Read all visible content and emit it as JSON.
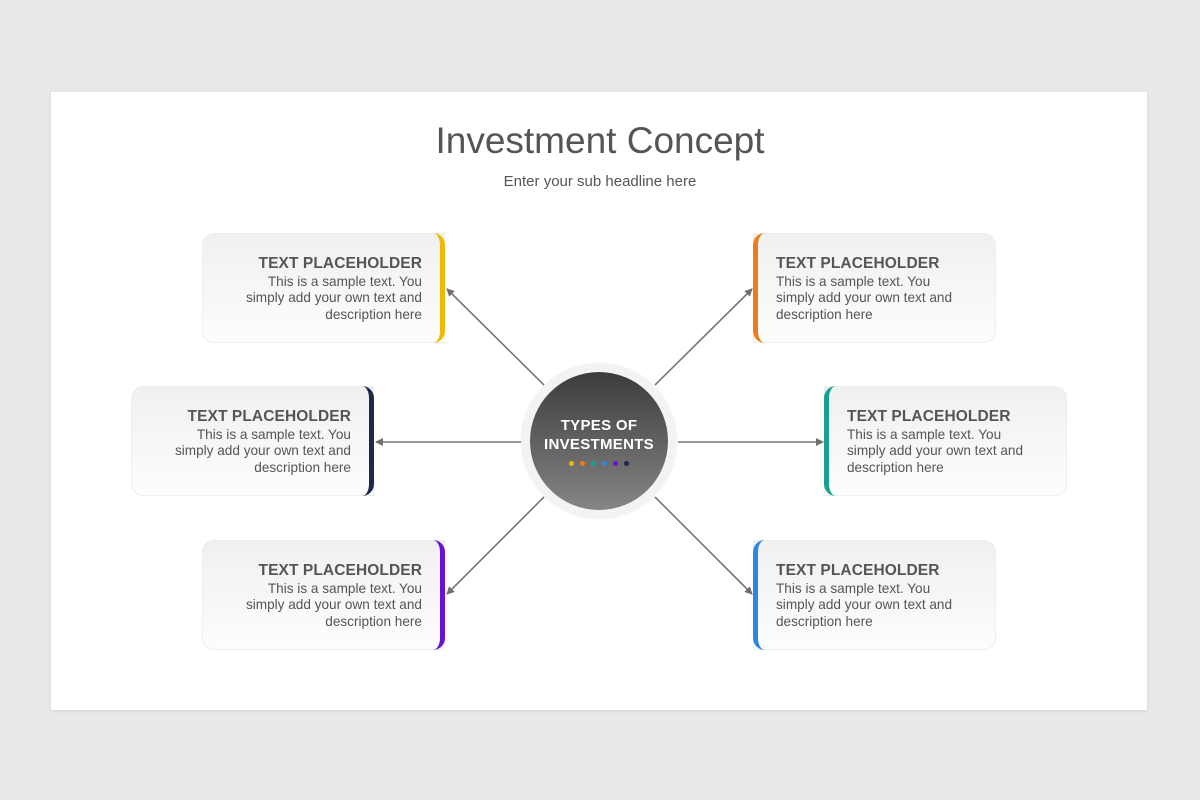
{
  "header": {
    "title": "Investment Concept",
    "subtitle": "Enter your sub headline here"
  },
  "hub": {
    "line1": "TYPES OF",
    "line2": "INVESTMENTS",
    "dot_colors": [
      "#f2b705",
      "#ef7c1a",
      "#19a18f",
      "#2f86e0",
      "#6a11d8",
      "#1b2a4a"
    ]
  },
  "cards": [
    {
      "position": "top-left",
      "accent": "#f2b705",
      "heading": "TEXT PLACEHOLDER",
      "line1": "This is a sample text. You",
      "line2": "simply add your own text and",
      "line3": "description here"
    },
    {
      "position": "middle-left",
      "accent": "#1b2a4a",
      "heading": "TEXT PLACEHOLDER",
      "line1": "This is a sample text. You",
      "line2": "simply add your own text and",
      "line3": "description here"
    },
    {
      "position": "bottom-left",
      "accent": "#6a11d8",
      "heading": "TEXT PLACEHOLDER",
      "line1": "This is a sample text. You",
      "line2": "simply add your own text and",
      "line3": "description here"
    },
    {
      "position": "top-right",
      "accent": "#ef7c1a",
      "heading": "TEXT PLACEHOLDER",
      "line1": "This is a sample text. You",
      "line2": "simply add your own text and",
      "line3": "description here"
    },
    {
      "position": "middle-right",
      "accent": "#19a18f",
      "heading": "TEXT PLACEHOLDER",
      "line1": "This is a sample text. You",
      "line2": "simply add your own text and",
      "line3": "description here"
    },
    {
      "position": "bottom-right",
      "accent": "#2f86e0",
      "heading": "TEXT PLACEHOLDER",
      "line1": "This is a sample text. You",
      "line2": "simply add your own text and",
      "line3": "description here"
    }
  ]
}
